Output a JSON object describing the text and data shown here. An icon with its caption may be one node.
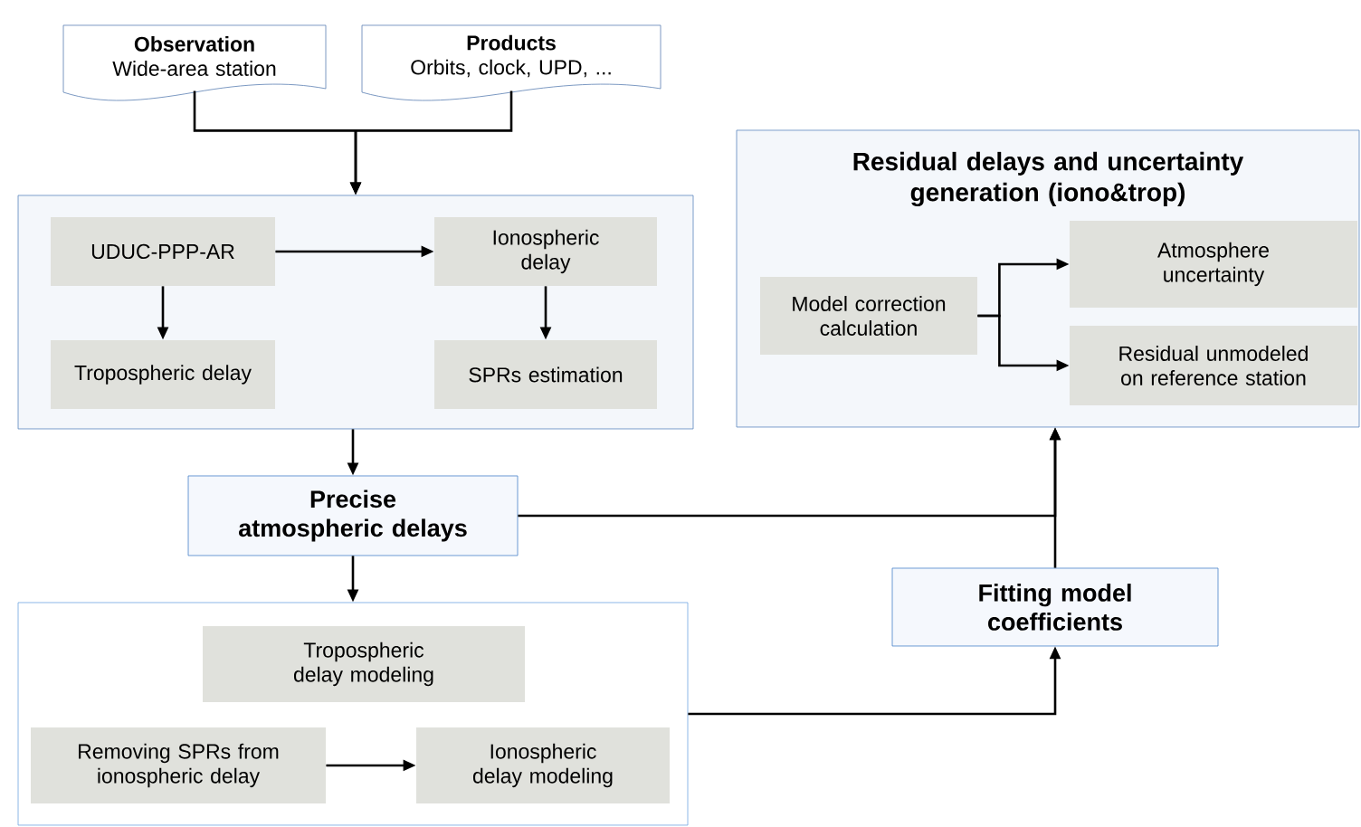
{
  "diagram": {
    "nodes": [
      {
        "text": [
          "Observation",
          "Wide-area station"
        ]
      },
      {
        "text": [
          "Products",
          "Orbits, clock, UPD, ..."
        ]
      },
      {
        "text": [],
        "shape": "box"
      },
      {
        "text": [
          "UDUC-PPP-AR"
        ],
        "in": 2
      },
      {
        "text": [
          "Ionospheric delay"
        ],
        "in": 2
      },
      {
        "text": [
          "Tropospheric delay"
        ],
        "in": 2
      },
      {
        "text": [
          "SPRs estimation"
        ],
        "in": 2
      },
      {
        "text": [
          "Residual delays and uncertainty generation (iono&trop)"
        ]
      },
      {
        "text": [
          "Model correction calculation"
        ],
        "in": 7
      },
      {
        "text": [
          "Atmosphere uncertainty"
        ],
        "in": 7
      },
      {
        "text": [
          "Residual unmodeled on reference station"
        ],
        "in": 7
      },
      {
        "text": [
          "Precise atmospheric delays"
        ]
      },
      {
        "text": [],
        "shape": "box"
      },
      {
        "text": [
          "Tropospheric delay modeling"
        ],
        "in": 12
      },
      {
        "text": [
          "Removing SPRs from ionospheric delay"
        ],
        "in": 12
      },
      {
        "text": [
          "Ionospheric delay modeling"
        ],
        "in": 12
      },
      {
        "text": [
          "Fitting model coefficients"
        ]
      }
    ],
    "edges": [
      {
        "from": 0,
        "to": 2,
        "arrow": "to"
      },
      {
        "from": 1,
        "to": 2,
        "arrow": "to"
      },
      {
        "from": 3,
        "to": 4,
        "arrow": "to"
      },
      {
        "from": 3,
        "to": 5,
        "arrow": "to"
      },
      {
        "from": 4,
        "to": 6,
        "arrow": "to"
      },
      {
        "from": 8,
        "to": 9,
        "arrow": "to"
      },
      {
        "from": 8,
        "to": 10,
        "arrow": "to"
      },
      {
        "from": 2,
        "to": 11,
        "arrow": "to"
      },
      {
        "from": 11,
        "to": 12,
        "arrow": "to"
      },
      {
        "from": 11,
        "to": 7,
        "arrow": "to"
      },
      {
        "from": 16,
        "to": 7,
        "arrow": "to"
      },
      {
        "from": 12,
        "to": 16,
        "arrow": "to"
      },
      {
        "from": 14,
        "to": 15,
        "arrow": "to"
      }
    ]
  }
}
